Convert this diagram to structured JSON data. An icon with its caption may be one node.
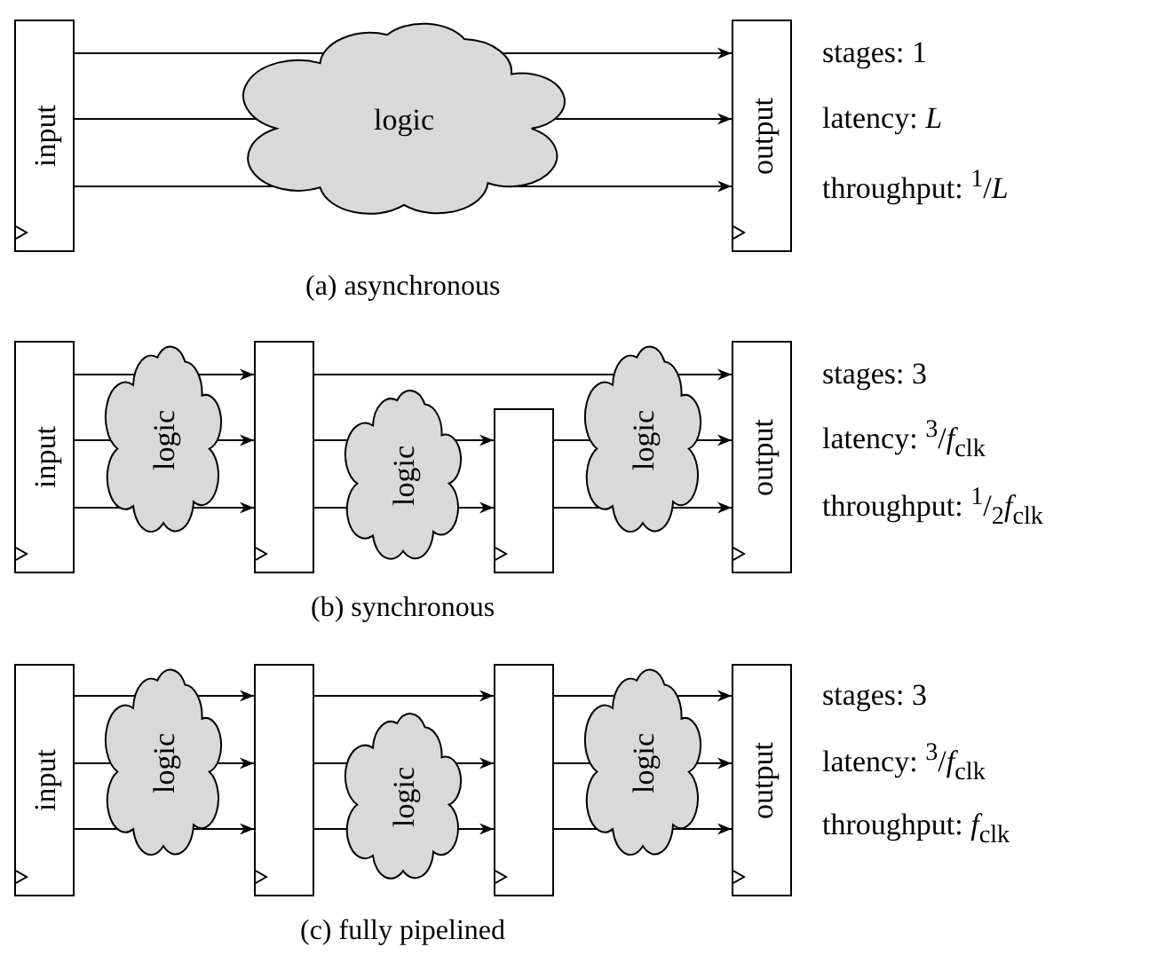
{
  "diagram": {
    "nodes": [
      {
        "text": [
          "input"
        ]
      },
      {
        "text": [
          "logic"
        ]
      },
      {
        "text": [
          "output"
        ]
      },
      {
        "text": [
          "input"
        ]
      },
      {
        "text": [
          "logic"
        ]
      },
      {
        "text": [],
        "shape": "box"
      },
      {
        "text": [
          "logic"
        ]
      },
      {
        "text": [],
        "shape": "box"
      },
      {
        "text": [
          "logic"
        ]
      },
      {
        "text": [
          "output"
        ]
      },
      {
        "text": [
          "input"
        ]
      },
      {
        "text": [
          "logic"
        ]
      },
      {
        "text": [],
        "shape": "box"
      },
      {
        "text": [
          "logic"
        ]
      },
      {
        "text": [],
        "shape": "box"
      },
      {
        "text": [
          "logic"
        ]
      },
      {
        "text": [
          "output"
        ]
      }
    ],
    "edges": [
      {
        "from": 0,
        "to": 1,
        "arrow": "none"
      },
      {
        "from": 0,
        "to": 1,
        "arrow": "none"
      },
      {
        "from": 0,
        "to": 1,
        "arrow": "none"
      },
      {
        "from": 1,
        "to": 2,
        "arrow": "to"
      },
      {
        "from": 1,
        "to": 2,
        "arrow": "to"
      },
      {
        "from": 1,
        "to": 2,
        "arrow": "to"
      },
      {
        "from": 3,
        "to": 4,
        "arrow": "none"
      },
      {
        "from": 3,
        "to": 4,
        "arrow": "none"
      },
      {
        "from": 3,
        "to": 4,
        "arrow": "none"
      },
      {
        "from": 4,
        "to": 5,
        "arrow": "to"
      },
      {
        "from": 4,
        "to": 5,
        "arrow": "to"
      },
      {
        "from": 4,
        "to": 5,
        "arrow": "to"
      },
      {
        "from": 5,
        "to": 8,
        "arrow": "none"
      },
      {
        "from": 8,
        "to": 9,
        "arrow": "to"
      },
      {
        "from": 5,
        "to": 6,
        "arrow": "none"
      },
      {
        "from": 5,
        "to": 6,
        "arrow": "none"
      },
      {
        "from": 6,
        "to": 7,
        "arrow": "to"
      },
      {
        "from": 6,
        "to": 7,
        "arrow": "to"
      },
      {
        "from": 7,
        "to": 8,
        "arrow": "none"
      },
      {
        "from": 7,
        "to": 8,
        "arrow": "none"
      },
      {
        "from": 8,
        "to": 9,
        "arrow": "to"
      },
      {
        "from": 8,
        "to": 9,
        "arrow": "to"
      },
      {
        "from": 10,
        "to": 11,
        "arrow": "none"
      },
      {
        "from": 10,
        "to": 11,
        "arrow": "none"
      },
      {
        "from": 10,
        "to": 11,
        "arrow": "none"
      },
      {
        "from": 11,
        "to": 12,
        "arrow": "to"
      },
      {
        "from": 11,
        "to": 12,
        "arrow": "to"
      },
      {
        "from": 11,
        "to": 12,
        "arrow": "to"
      },
      {
        "from": 12,
        "to": 14,
        "arrow": "to"
      },
      {
        "from": 12,
        "to": 13,
        "arrow": "none"
      },
      {
        "from": 12,
        "to": 13,
        "arrow": "none"
      },
      {
        "from": 13,
        "to": 14,
        "arrow": "to"
      },
      {
        "from": 13,
        "to": 14,
        "arrow": "to"
      },
      {
        "from": 14,
        "to": 15,
        "arrow": "none"
      },
      {
        "from": 14,
        "to": 15,
        "arrow": "none"
      },
      {
        "from": 14,
        "to": 15,
        "arrow": "none"
      },
      {
        "from": 15,
        "to": 16,
        "arrow": "to"
      },
      {
        "from": 15,
        "to": 16,
        "arrow": "to"
      },
      {
        "from": 15,
        "to": 16,
        "arrow": "to"
      }
    ],
    "labels": [
      "stages: 1",
      "latency: *L*",
      "throughput: $^{1}$/*L*",
      "(a) asynchronous",
      "stages: 3",
      "latency: $^{3}$/*f*$_{clk}$",
      "throughput: $^{1}$/$_{2}$*f*$_{clk}$",
      "(b) synchronous",
      "stages: 3",
      "latency: $^{3}$/*f*$_{clk}$",
      "throughput: *f*$_{clk}$",
      "(c) fully pipelined"
    ]
  }
}
